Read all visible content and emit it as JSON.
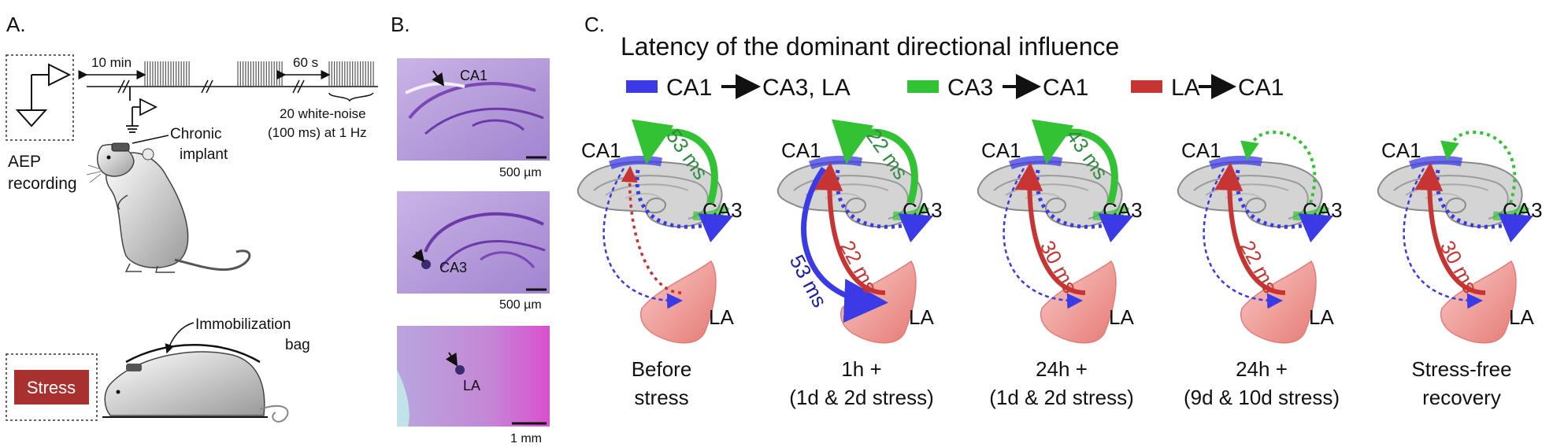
{
  "panelA": {
    "label": "A.",
    "interval_label": "10 min",
    "sep_label": "60 s",
    "noise_label_1": "20 white-noise",
    "noise_label_2": "(100 ms) at 1 Hz",
    "implant_label_1": "Chronic",
    "implant_label_2": "implant",
    "aep_label_1": "AEP",
    "aep_label_2": "recording",
    "bag_label_1": "Immobilization",
    "bag_label_2": "bag",
    "stress_button": "Stress",
    "stress_color": "#a8302e"
  },
  "panelB": {
    "label": "B.",
    "images": [
      {
        "region": "CA1",
        "scale": "500 µm"
      },
      {
        "region": "CA3",
        "scale": "500 µm"
      },
      {
        "region": "LA",
        "scale": "1 mm"
      }
    ]
  },
  "panelC": {
    "label": "C.",
    "title": "Latency of the dominant directional influence",
    "legend": [
      {
        "from": "CA1",
        "to": "CA3, LA",
        "color": "#3a3ae6"
      },
      {
        "from": "CA3",
        "to": "CA1",
        "color": "#33c233"
      },
      {
        "from": "LA",
        "to": "CA1",
        "color": "#c63434"
      }
    ],
    "region_labels": {
      "ca1": "CA1",
      "ca3": "CA3",
      "la": "LA"
    },
    "conditions": [
      {
        "line1": "Before",
        "line2": "stress",
        "green_latency": "53 ms",
        "red_latency": "",
        "blue_latency": ""
      },
      {
        "line1": "1h +",
        "line2": "(1d & 2d stress)",
        "green_latency": "22 ms",
        "red_latency": "22 ms",
        "blue_latency": "53 ms"
      },
      {
        "line1": "24h +",
        "line2": "(1d & 2d stress)",
        "green_latency": "43 ms",
        "red_latency": "30 ms",
        "blue_latency": ""
      },
      {
        "line1": "24h +",
        "line2": "(9d & 10d stress)",
        "green_latency": "",
        "red_latency": "22 ms",
        "blue_latency": ""
      },
      {
        "line1": "Stress-free",
        "line2": "recovery",
        "green_latency": "",
        "red_latency": "30 ms",
        "blue_latency": ""
      }
    ]
  }
}
